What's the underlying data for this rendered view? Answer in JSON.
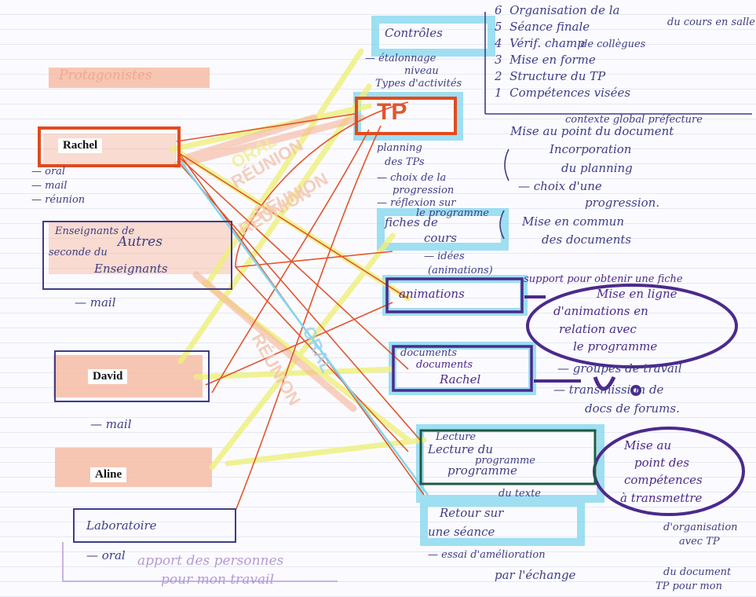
{
  "colors": {
    "ink_blue": "#3f3d86",
    "ink_purple": "#4b2a8c",
    "ink_red": "#e2552c",
    "highlight_cyan": "#7fd6ee",
    "highlight_orange": "#f6b49a",
    "highlight_yellow": "#eef07a",
    "box_green": "#1d5a45"
  },
  "left": {
    "heading": "Protagonistes",
    "rachel_name": "Rachel",
    "rachel_item1": "— oral",
    "rachel_item2": "— mail",
    "rachel_item3": "— réunion",
    "autres_line1": "Enseignants de",
    "autres_line2": "Autres",
    "autres_line3": "seconde du",
    "autres_line4": "Enseignants",
    "autres_mail": "— mail",
    "david_name": "David",
    "david_mail": "— mail",
    "aline_name": "Aline",
    "laboratoire": "Laboratoire",
    "oral": "— oral",
    "apport_line1": "apport des personnes",
    "apport_line2": "pour mon travail"
  },
  "center": {
    "controles": "Contrôles",
    "etalonnage1": "— étalonnage",
    "etalonnage2": "niveau",
    "types_activites": "Types d'activités",
    "tp": "TP",
    "planning1": "planning",
    "planning2": "des TPs",
    "choix1": "— choix de la",
    "choix2": "progression",
    "reflexion1": "— réflexion sur",
    "reflexion2": "le programme",
    "fiches1": "fiches de",
    "fiches2": "cours",
    "idees1": "— idées",
    "idees2": "(animations)",
    "animations": "animations",
    "documents1": "documents",
    "documents2": "documents",
    "documents3": "Rachel",
    "lecture1": "Lecture",
    "lecture2": "Lecture du",
    "lecture3": "programme",
    "lecture4": "programme",
    "du_texte": "du texte",
    "retour1": "Retour sur",
    "retour2": "une séance",
    "essai1": "— essai d'amélioration",
    "essai2": "par l'échange"
  },
  "right": {
    "list_items": [
      {
        "num": "6",
        "text": "Organisation de la"
      },
      {
        "num": "5",
        "text": "Séance finale"
      },
      {
        "num": "4",
        "text": "Vérif. champ"
      },
      {
        "num": "3",
        "text": "Mise en forme"
      },
      {
        "num": "2",
        "text": "Structure du TP"
      },
      {
        "num": "1",
        "text": "Compétences visées"
      }
    ],
    "list_extra1": "du cours en salle",
    "list_extra2": "de collègues",
    "contexte": "contexte global préfecture",
    "mise_au_point": "Mise au point du document",
    "incorporation1": "Incorporation",
    "incorporation2": "du planning",
    "choix_prog1": "— choix d'une",
    "choix_prog2": "progression.",
    "commun1": "Mise en commun",
    "commun2": "des documents",
    "obtenir": "— support pour obtenir une fiche",
    "mise_ligne1": "Mise en ligne",
    "mise_ligne2": "d'animations en",
    "mise_ligne3": "relation avec",
    "mise_ligne4": "le programme",
    "groupes1": "— groupes de travail",
    "groupes2": "— transmission de",
    "groupes3": "docs de forums.",
    "mise_point1": "Mise au",
    "mise_point2": "point des",
    "mise_point3": "compétences",
    "mise_point4": "à transmettre",
    "organisation1": "d'organisation",
    "organisation2": "avec TP",
    "document1": "du document",
    "document2": "TP pour mon"
  },
  "reunion_labels": [
    "RÉUNION",
    "RÉUNION",
    "RÉUNION",
    "ORAL",
    "ORAL",
    "RÉUNION"
  ]
}
